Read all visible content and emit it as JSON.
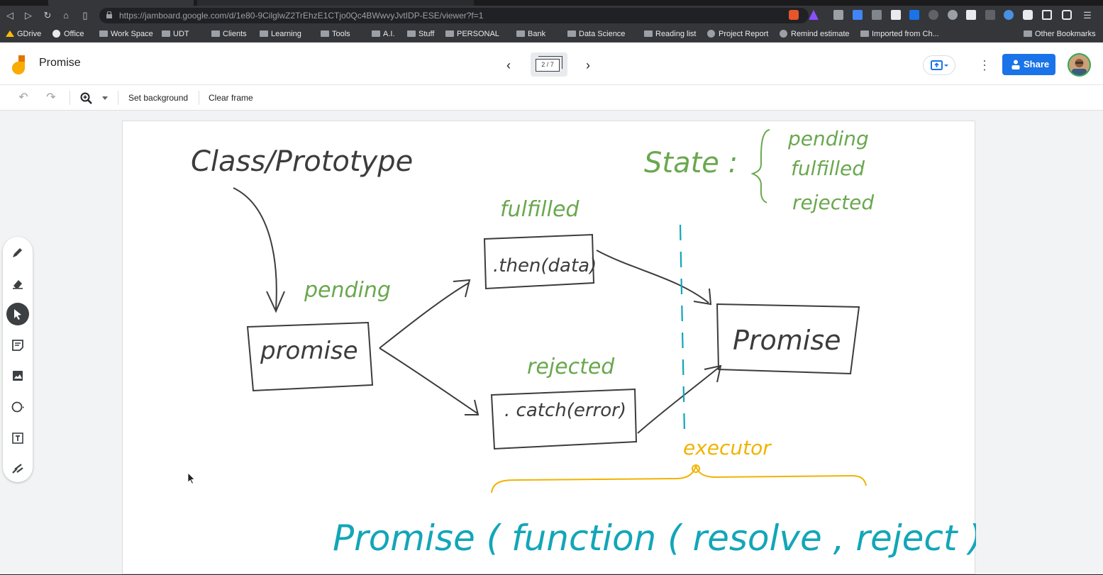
{
  "browser": {
    "url": "https://jamboard.google.com/d/1e80-9CilglwZ2TrEhzE1CTjo0Qc4BWwvyJvtIDP-ESE/viewer?f=1",
    "bookmarks": [
      {
        "label": "GDrive"
      },
      {
        "label": "Office"
      },
      {
        "label": "Work Space"
      },
      {
        "label": "UDT"
      },
      {
        "label": "Clients"
      },
      {
        "label": "Learning"
      },
      {
        "label": "Tools"
      },
      {
        "label": "A.I."
      },
      {
        "label": "Stuff"
      },
      {
        "label": "PERSONAL"
      },
      {
        "label": "Bank"
      },
      {
        "label": "Data Science"
      },
      {
        "label": "Reading list"
      },
      {
        "label": "Project Report"
      },
      {
        "label": "Remind estimate"
      },
      {
        "label": "Imported from Ch..."
      },
      {
        "label": "Other Bookmarks"
      }
    ]
  },
  "app": {
    "title": "Promise",
    "frame_indicator": "2 / 7",
    "share_label": "Share",
    "toolbar": {
      "set_background": "Set background",
      "clear_frame": "Clear frame"
    }
  },
  "board": {
    "strokes": {
      "class_prototype": "Class/Prototype",
      "state_label": "State :",
      "state_values": [
        "pending",
        "fulfilled",
        "rejected"
      ],
      "pending": "pending",
      "promise_box": "promise",
      "fulfilled": "fulfilled",
      "then_box": ".then(data)",
      "rejected": "rejected",
      "catch_box": ". catch(error)",
      "promise_result": "Promise",
      "executor": "executor",
      "constructor": "Promise ( function ( resolve , reject ))"
    },
    "colors": {
      "ink": "#3c3c3c",
      "green": "#6aa84f",
      "teal": "#12a6b8",
      "yellow": "#f1b300"
    }
  }
}
